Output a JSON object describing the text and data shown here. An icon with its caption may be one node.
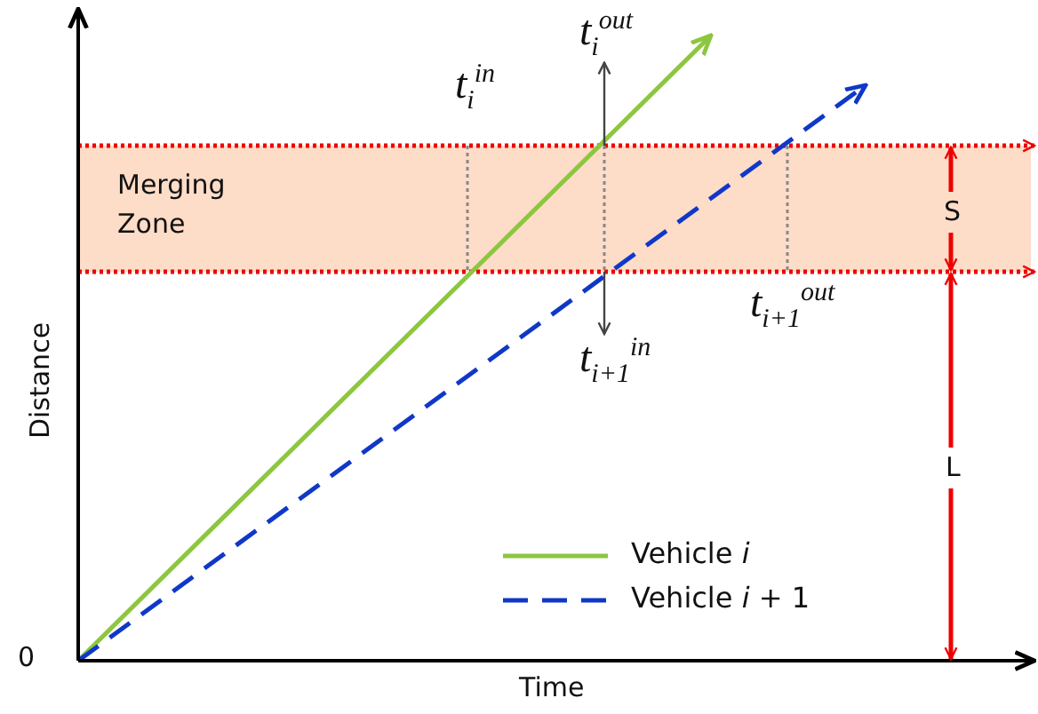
{
  "diagram": {
    "nodes": [
      {
        "text": [
          "Merging Zone"
        ]
      },
      {
        "text": [
          "t$_{i}$$^{out}$"
        ]
      },
      {
        "text": [
          "t$_{i+1}$$^{in}$"
        ]
      }
    ],
    "edges": [
      {
        "from": 0,
        "to": 1,
        "arrow": "to"
      },
      {
        "from": 0,
        "to": 2,
        "arrow": "to"
      }
    ],
    "labels": [
      "t$_{i}$$^{in}$",
      "t$_{i+1}$$^{out}$",
      "S",
      "L",
      "Distance",
      "0",
      "Time"
    ],
    "legend": [
      {
        "text": "Vehicle *i*"
      },
      {
        "text": "Vehicle *i* + 1"
      }
    ]
  }
}
